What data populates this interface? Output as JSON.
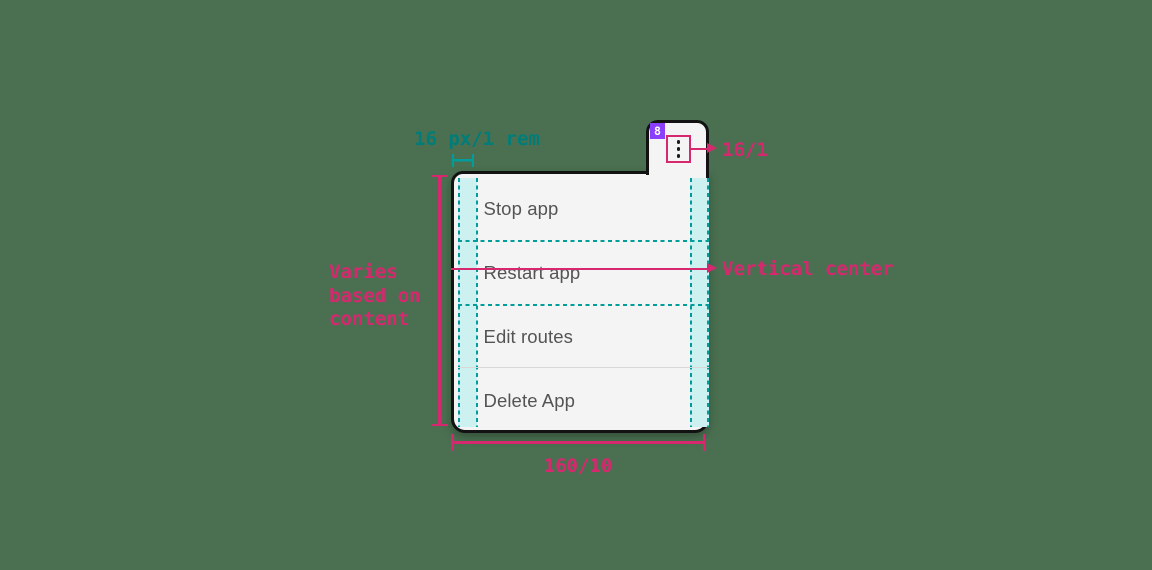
{
  "component": {
    "name": "overflow-menu",
    "badge_count": "8",
    "kebab_icon": "overflow-menu-kebab-icon",
    "items": [
      {
        "label": "Stop app"
      },
      {
        "label": "Restart app"
      },
      {
        "label": "Edit routes"
      },
      {
        "label": "Delete App"
      }
    ]
  },
  "annotations": {
    "padding_label": "16 px/1 rem",
    "trigger_size_label": "16/1",
    "height_label": "Varies\nbased on\ncontent",
    "vertical_center_label": "Vertical center",
    "width_label": "160/10"
  },
  "colors": {
    "background": "#4a7051",
    "annotation_pink": "#d6286e",
    "annotation_teal": "#009d9a",
    "padding_highlight": "#cdf1f1",
    "badge_purple": "#8a3ffc",
    "menu_background": "#f4f4f4",
    "menu_border": "#121212",
    "menu_item_text": "#545454"
  }
}
